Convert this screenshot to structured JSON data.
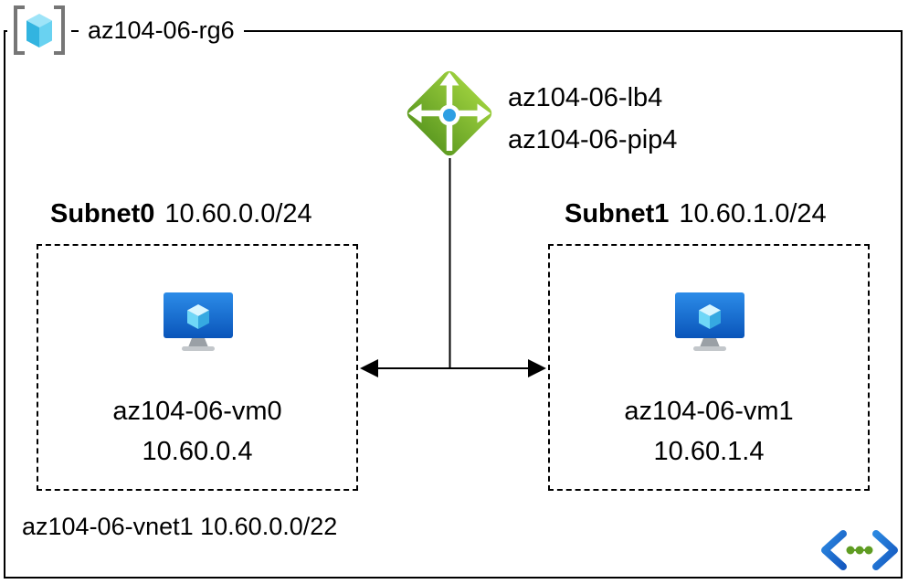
{
  "canvas": {
    "background": "#ffffff",
    "border_color": "#000000"
  },
  "resource_group": {
    "label": "az104-06-rg6",
    "icon": "resource-group-icon"
  },
  "load_balancer": {
    "name": "az104-06-lb4",
    "public_ip": "az104-06-pip4",
    "icon": "load-balancer-icon"
  },
  "subnets": [
    {
      "name": "Subnet0",
      "cidr": "10.60.0.0/24",
      "vm": {
        "name": "az104-06-vm0",
        "ip": "10.60.0.4",
        "icon": "vm-icon"
      }
    },
    {
      "name": "Subnet1",
      "cidr": "10.60.1.0/24",
      "vm": {
        "name": "az104-06-vm1",
        "ip": "10.60.1.4",
        "icon": "vm-icon"
      }
    }
  ],
  "vnet": {
    "label": "az104-06-vnet1 10.60.0.0/22",
    "icon": "virtual-network-icon"
  },
  "colors": {
    "lb_green_light": "#9acd3c",
    "lb_green_dark": "#5f9c22",
    "lb_dot_blue": "#2e9fe3",
    "vm_blue_light": "#2c8ce8",
    "vm_blue_dark": "#0a55ba",
    "cube_cyan": "#6fd7f7",
    "vnet_blue": "#2b87e0",
    "dot_green": "#5f9c22",
    "bracket_gray": "#767676"
  }
}
